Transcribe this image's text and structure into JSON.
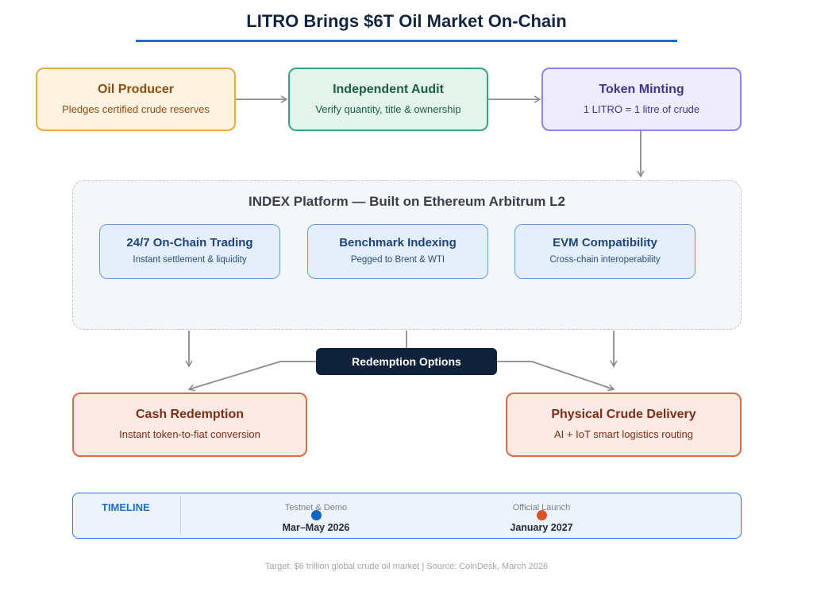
{
  "title": "LITRO Brings $6T Oil Market On-Chain",
  "flow": [
    {
      "title": "Oil Producer",
      "subtitle": "Pledges certified crude reserves"
    },
    {
      "title": "Independent Audit",
      "subtitle": "Verify quantity, title & ownership"
    },
    {
      "title": "Token Minting",
      "subtitle": "1 LITRO = 1 litre of crude"
    }
  ],
  "platform": {
    "title": "INDEX Platform — Built on Ethereum Arbitrum L2",
    "features": [
      {
        "title": "24/7 On-Chain Trading",
        "subtitle": "Instant settlement & liquidity"
      },
      {
        "title": "Benchmark Indexing",
        "subtitle": "Pegged to Brent & WTI"
      },
      {
        "title": "EVM Compatibility",
        "subtitle": "Cross-chain interoperability"
      }
    ]
  },
  "redemption": {
    "label": "Redemption Options",
    "options": [
      {
        "title": "Cash Redemption",
        "subtitle": "Instant token-to-fiat conversion"
      },
      {
        "title": "Physical Crude Delivery",
        "subtitle": "AI + IoT smart logistics routing"
      }
    ]
  },
  "timeline": {
    "label": "TIMELINE",
    "milestones": [
      {
        "caption": "Testnet & Demo",
        "date": "Mar–May 2026",
        "color": "#1565c0"
      },
      {
        "caption": "Official Launch",
        "date": "January 2027",
        "color": "#d9542a"
      }
    ]
  },
  "footer": "Target: $6 trillion global crude oil market | Source: CoinDesk, March 2026",
  "colors": {
    "accent": "#1f6fc8",
    "producer": "#efa93f",
    "audit": "#3aa37b",
    "minting": "#8c84e4",
    "redemption": "#db6c43",
    "dark": "#10223a"
  }
}
